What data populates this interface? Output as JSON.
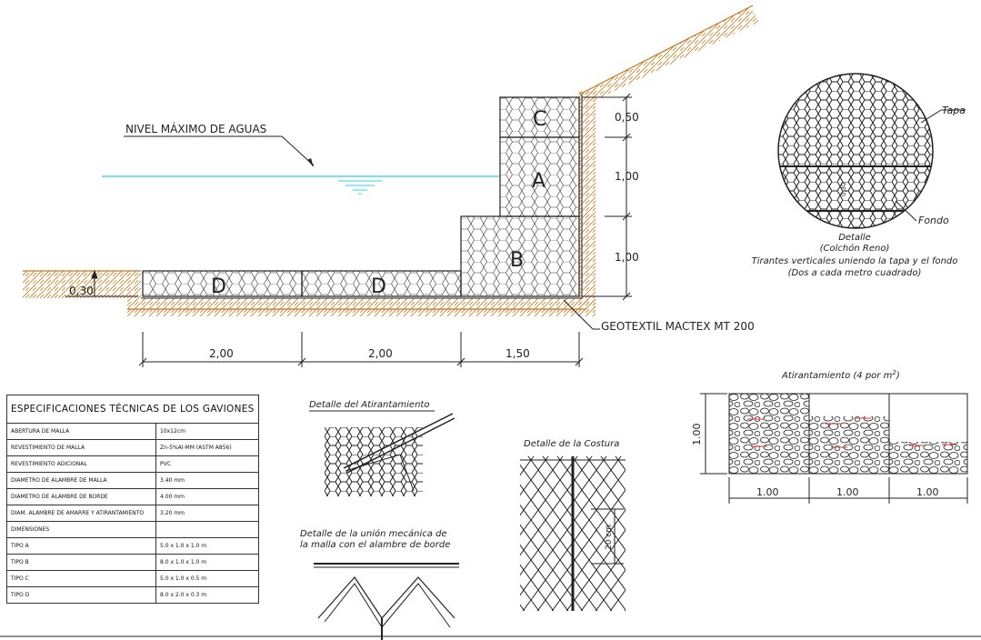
{
  "section": {
    "water_label": "NIVEL MÁXIMO DE AGUAS",
    "blocks": {
      "C": "C",
      "A": "A",
      "B": "B",
      "D1": "D",
      "D2": "D"
    },
    "right_dims": [
      "0,50",
      "1,00",
      "1,00"
    ],
    "left_dim": "0,30",
    "bottom_dims": [
      "2,00",
      "2,00",
      "1,50"
    ],
    "geotextile_label": "GEOTEXTIL MACTEX MT 200",
    "colors": {
      "water": "#2fd4e0",
      "soil": "#c8781e",
      "line": "#222222",
      "marker": "#e03030"
    }
  },
  "detail_circle": {
    "tapa_label": "Tapa",
    "fondo_label": "Fondo",
    "inner_dim": "0,30",
    "caption": [
      "Detalle",
      "(Colchón Reno)",
      "Tirantes verticales uniendo la tapa y el fondo",
      "(Dos a cada metro cuadrado)"
    ]
  },
  "specs_table": {
    "title": "ESPECIFICACIONES TÉCNICAS DE LOS GAVIONES",
    "rows": [
      [
        "ABERTURA DE MALLA",
        "10x12cm"
      ],
      [
        "REVESTIMIENTO DE MALLA",
        "Zn-5%Al-MM (ASTM A856)"
      ],
      [
        "REVESTIMIENTO ADICIONAL",
        "PVC"
      ],
      [
        "DIAMETRO DE ALAMBRE DE MALLA",
        "3.40 mm"
      ],
      [
        "DIAMETRO DE ALAMBRE DE BORDE",
        "4.00 mm"
      ],
      [
        "DIAM. ALAMBRE DE AMARRE Y ATIRANTAMIENTO",
        "3.20 mm"
      ],
      [
        "DIMENSIONES",
        ""
      ],
      [
        "TIPO A",
        "5.0 x 1.0 x 1.0 m"
      ],
      [
        "TIPO B",
        "8.0 x 1.0 x 1.0 m"
      ],
      [
        "TIPO C",
        "5.0 x 1.0 x 0.5 m"
      ],
      [
        "TIPO D",
        "8.0 x 2.0 x 0.3 m"
      ]
    ]
  },
  "details": {
    "atirantamiento_title": "Detalle del Atirantamiento",
    "costura_title": "Detalle de la Costura",
    "costura_dim": "20 cm",
    "union_title_1": "Detalle de la unión mecánica de",
    "union_title_2": "la malla con el alambre de borde"
  },
  "atirantamiento": {
    "title": "Atirantamiento (4 por m",
    "superscript": "2",
    "title_end": ")",
    "height_dim": "1.00",
    "width_dims": [
      "1.00",
      "1.00",
      "1.00"
    ]
  }
}
